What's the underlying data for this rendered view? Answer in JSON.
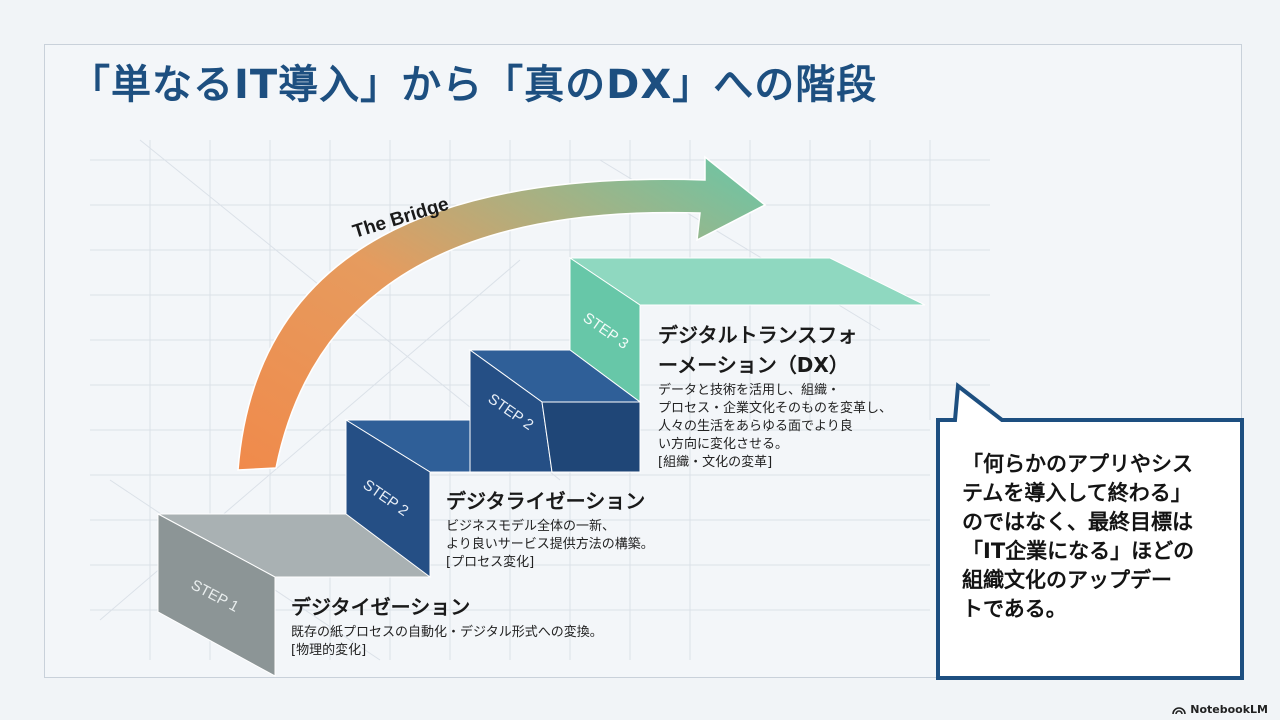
{
  "title": "「単なるIT導入」から「真のDX」への階段",
  "bridge_label": "The Bridge",
  "steps": [
    {
      "badge": "STEP 1",
      "title": "デジタイゼーション",
      "desc": [
        "既存の紙プロセスの自動化・デジタル形式への変換。"
      ],
      "tag": "[物理的変化]",
      "color": "#8c9596"
    },
    {
      "badge": "STEP 2",
      "title": "デジタライゼーション",
      "desc": [
        "ビジネスモデル全体の一新、",
        "より良いサービス提供方法の構築。"
      ],
      "tag": "[プロセス変化]",
      "color": "#2c5a92"
    },
    {
      "badge": "STEP 2",
      "color": "#2c5a92"
    },
    {
      "badge": "STEP 3",
      "title_lines": [
        "デジタルトランスフォ",
        "ーメーション（DX）"
      ],
      "desc": [
        "データと技術を活用し、組織・",
        "プロセス・企業文化そのものを変革し、",
        "人々の生活をあらゆる面でより良",
        "い方向に変化させる。"
      ],
      "tag": "[組織・文化の変革]",
      "color": "#67c7a8"
    }
  ],
  "callout": {
    "lines": [
      "「何らかのアプリやシス",
      "テムを導入して終わる」",
      "のではなく、最終目標は",
      "「IT企業になる」ほどの",
      "組織文化のアップデー",
      "トである。"
    ]
  },
  "brand": "NotebookLM",
  "colors": {
    "title": "#1d4f80",
    "arrow_start": "#f08a4b",
    "arrow_end": "#67c7a8",
    "callout_border": "#1d4f80"
  }
}
